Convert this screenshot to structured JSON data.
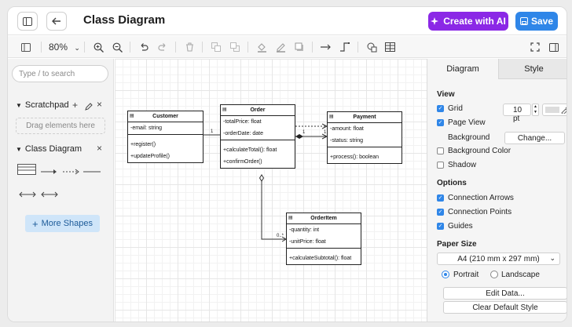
{
  "header": {
    "title": "Class Diagram",
    "create_ai_label": "Create with AI",
    "save_label": "Save"
  },
  "toolbar": {
    "zoom": "80%"
  },
  "left_panel": {
    "search_placeholder": "Type / to search",
    "scratchpad_label": "Scratchpad",
    "drag_hint": "Drag elements here",
    "class_diagram_label": "Class Diagram",
    "more_shapes_label": "More Shapes"
  },
  "diagram": {
    "customer": {
      "name": "Customer",
      "attrs": [
        "-email: string"
      ],
      "methods": [
        "+register()",
        "+updateProfile()"
      ]
    },
    "order": {
      "name": "Order",
      "attrs": [
        "-totalPrice: float",
        "-orderDate: date"
      ],
      "methods": [
        "+calculateTotal(): float",
        "+confirmOrder()"
      ]
    },
    "payment": {
      "name": "Payment",
      "attrs": [
        "-amount: float",
        "-status: string"
      ],
      "methods": [
        "+process(): boolean"
      ]
    },
    "orderitem": {
      "name": "OrderItem",
      "attrs": [
        "-quantity: int",
        "-unitPrice: float"
      ],
      "methods": [
        "+calculateSubtotal(): float"
      ]
    },
    "labels": {
      "one_a": "1",
      "one_b": "1",
      "one_c": "1",
      "one_d": "1",
      "many": "0..*"
    }
  },
  "right_panel": {
    "tab_diagram": "Diagram",
    "tab_style": "Style",
    "view_label": "View",
    "grid_label": "Grid",
    "grid_size": "10 pt",
    "page_view_label": "Page View",
    "background_label": "Background",
    "change_label": "Change...",
    "bg_color_label": "Background Color",
    "shadow_label": "Shadow",
    "options_label": "Options",
    "conn_arrows_label": "Connection Arrows",
    "conn_points_label": "Connection Points",
    "guides_label": "Guides",
    "paper_size_label": "Paper Size",
    "paper_size_value": "A4 (210 mm x 297 mm)",
    "portrait_label": "Portrait",
    "landscape_label": "Landscape",
    "edit_data_label": "Edit Data...",
    "clear_style_label": "Clear Default Style"
  },
  "colors": {
    "ai_purple": "#8b28e6",
    "save_blue": "#2f86e8",
    "checkbox_blue": "#2f86e8"
  }
}
